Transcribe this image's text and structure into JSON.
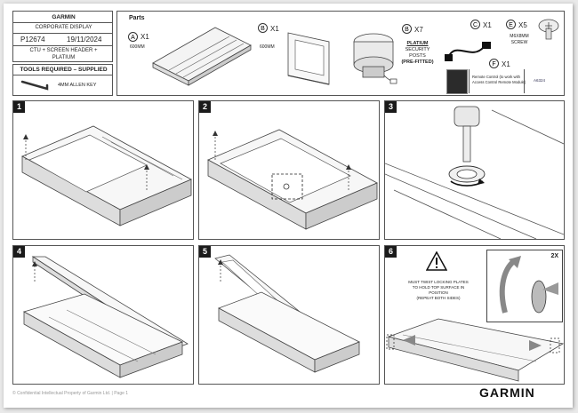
{
  "header": {
    "brand": "GARMIN",
    "product": "CORPORATE DISPLAY",
    "part_number": "P12674",
    "date": "19/11/2024",
    "description_line1": "CTU + SCREEN HEADER +",
    "description_line2": "PLATIUM"
  },
  "tools": {
    "title": "TOOLS REQUIRED – SUPPLIED",
    "allen_key": "4MM ALLEN KEY"
  },
  "parts": {
    "title": "Parts",
    "items": [
      {
        "letter": "A",
        "qty": "X1",
        "size": "600MM"
      },
      {
        "letter": "B",
        "qty": "X1",
        "size": "600MM"
      },
      {
        "letter": "B",
        "qty": "X7",
        "name": "PLATIUM",
        "desc1": "SECURITY",
        "desc2": "POSTS",
        "desc3": "(PRE-FITTED)"
      },
      {
        "letter": "C",
        "qty": "X1"
      },
      {
        "letter": "E",
        "qty": "X5",
        "desc1": "M6X8MM",
        "desc2": "SCREW"
      },
      {
        "letter": "F",
        "qty": "X1",
        "desc1": "Remote Control (to work with",
        "desc2": "Access Control Remote Module)",
        "code": "A6324"
      }
    ]
  },
  "steps": [
    "1",
    "2",
    "3",
    "4",
    "5",
    "6"
  ],
  "step6": {
    "note1": "MUST TWIST LOCKING PLATES",
    "note2": "TO HOLD TOP SURFACE IN",
    "note3": "POSITION",
    "note4": "(REPEAT BOTH SIDES)",
    "multiplier": "2X"
  },
  "footer": {
    "confidential": "© Confidential Intellectual Property of Garmin Ltd. | Page 1",
    "logo": "GARMIN"
  }
}
